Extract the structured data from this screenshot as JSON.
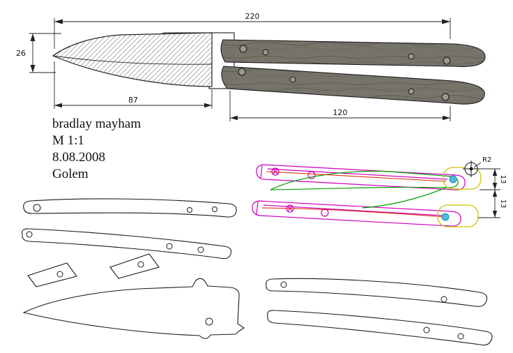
{
  "title_block": {
    "author": "bradlay mayham",
    "scale": "M 1:1",
    "date": "8.08.2008",
    "project_name": "Golem"
  },
  "assembled_view": {
    "dim_overall_length": "220",
    "dim_blade_width": "26",
    "dim_blade_length": "87",
    "dim_handle_length": "120"
  },
  "detail_view": {
    "pivot_radius_label": "R2",
    "dim_pivot_offset_top": "13",
    "dim_pivot_offset_bottom": "13",
    "outline_colors": {
      "handles": "#cc00bb",
      "blade": "#00a000",
      "liners": "#dd2200",
      "pivot_pockets": "#c9c400",
      "pivot_holes": "#55bbdd"
    }
  },
  "drawing_colors": {
    "outline": "#1a1a1a",
    "handle_fill": "#76736b",
    "handle_grain": "#5e5b53",
    "screw_hole_fill": "#9b988f",
    "hatch": "#8a8a8a"
  }
}
